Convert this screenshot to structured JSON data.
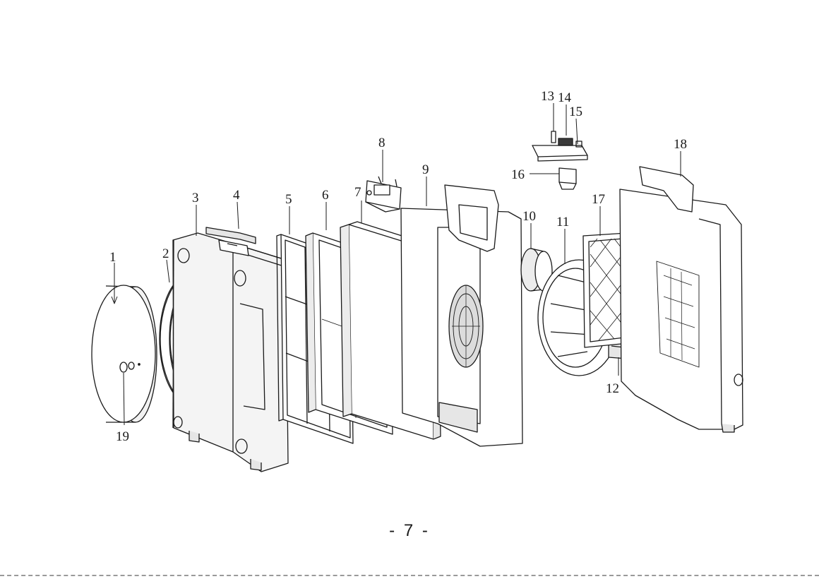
{
  "page_number": "- 7 -",
  "parts": [
    {
      "num": "1"
    },
    {
      "num": "2"
    },
    {
      "num": "3"
    },
    {
      "num": "4"
    },
    {
      "num": "5"
    },
    {
      "num": "6"
    },
    {
      "num": "7"
    },
    {
      "num": "8"
    },
    {
      "num": "9"
    },
    {
      "num": "10"
    },
    {
      "num": "11"
    },
    {
      "num": "12"
    },
    {
      "num": "13"
    },
    {
      "num": "14"
    },
    {
      "num": "15"
    },
    {
      "num": "16"
    },
    {
      "num": "17"
    },
    {
      "num": "18"
    },
    {
      "num": "19"
    }
  ],
  "colors": {
    "line": "#1a1a1a",
    "shade": "#e6e6e6",
    "dark": "#4a4a4a"
  }
}
